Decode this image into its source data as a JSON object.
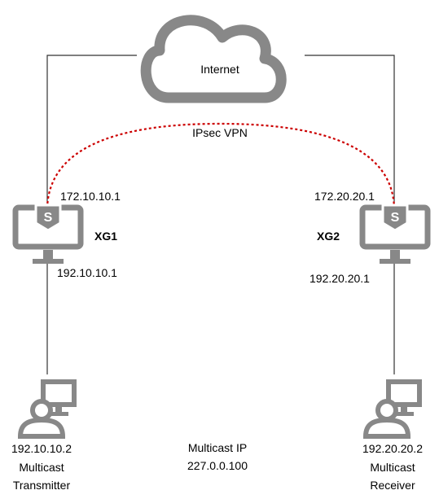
{
  "cloud": {
    "label": "Internet"
  },
  "vpn": {
    "label": "IPsec VPN",
    "color": "#cc0000"
  },
  "firewalls": {
    "xg1": {
      "name": "XG1",
      "wan_ip": "172.10.10.1",
      "lan_ip": "192.10.10.1",
      "icon": "firewall-monitor-icon"
    },
    "xg2": {
      "name": "XG2",
      "wan_ip": "172.20.20.1",
      "lan_ip": "192.20.20.1",
      "icon": "firewall-monitor-icon"
    }
  },
  "hosts": {
    "transmitter": {
      "ip": "192.10.10.2",
      "line1": "Multicast",
      "line2": "Transmitter",
      "icon": "user-computer-icon"
    },
    "receiver": {
      "ip": "192.20.20.2",
      "line1": "Multicast",
      "line2": "Receiver",
      "icon": "user-computer-icon"
    }
  },
  "multicast": {
    "title": "Multicast IP",
    "address": "227.0.0.100"
  },
  "colors": {
    "icon": "#888888",
    "line": "#333333"
  }
}
